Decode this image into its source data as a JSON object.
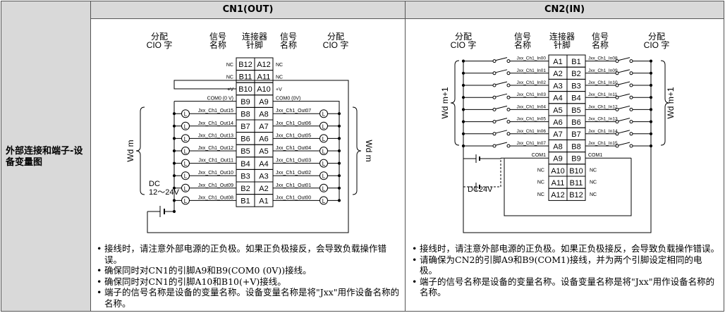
{
  "left_label": "外部连接和端子-设备变量图",
  "cn1": {
    "title": "CN1(OUT)",
    "hdr_alloc_l": [
      "分配",
      "CIO 字"
    ],
    "hdr_signal_l": [
      "信号",
      "名称"
    ],
    "hdr_connector": [
      "连接器",
      "针脚"
    ],
    "hdr_signal_r": [
      "信号",
      "名称"
    ],
    "hdr_alloc_r": [
      "分配",
      "CIO 字"
    ],
    "rows": [
      {
        "l": "NC",
        "b": "B12",
        "a": "A12",
        "r": "NC"
      },
      {
        "l": "NC",
        "b": "B11",
        "a": "A11",
        "r": "NC"
      },
      {
        "l": "+V",
        "b": "B10",
        "a": "A10",
        "r": "+V"
      },
      {
        "l": "COM0 (0 V)",
        "b": "B9",
        "a": "A9",
        "r": "COM0 (0V)"
      },
      {
        "l": "Jxx_Ch1_Out15",
        "b": "B8",
        "a": "A8",
        "r": "Jxx_Ch1_Out07"
      },
      {
        "l": "Jxx_Ch1_Out14",
        "b": "B7",
        "a": "A7",
        "r": "Jxx_Ch1_Out06"
      },
      {
        "l": "Jxx_Ch1_Out13",
        "b": "B6",
        "a": "A6",
        "r": "Jxx_Ch1_Out05"
      },
      {
        "l": "Jxx_Ch1_Out12",
        "b": "B5",
        "a": "A5",
        "r": "Jxx_Ch1_Out04"
      },
      {
        "l": "Jxx_Ch1_Out11",
        "b": "B4",
        "a": "A4",
        "r": "Jxx_Ch1_Out03"
      },
      {
        "l": "Jxx_Ch1_Out10",
        "b": "B3",
        "a": "A3",
        "r": "Jxx_Ch1_Out02"
      },
      {
        "l": "Jxx_Ch1_Out09",
        "b": "B2",
        "a": "A2",
        "r": "Jxx_Ch1_Out01"
      },
      {
        "l": "Jxx_Ch1_Out08",
        "b": "B1",
        "a": "A1",
        "r": "Jxx_Ch1_Out00"
      }
    ],
    "load_symbol": "L",
    "word_label": "Wd m",
    "dc_label": [
      "DC",
      "12～24V"
    ],
    "notes": [
      "接线时，请注意外部电源的正负极。如果正负极接反，会导致负载操作错误。",
      "确保同时对CN1的引脚A9和B9(COM0 (0V))接线。",
      "确保同时对CN1的引脚A10和B10(+V)接线。",
      "端子的信号名称是设备的变量名称。设备变量名称是将\"Jxx\"用作设备名称的名称。"
    ]
  },
  "cn2": {
    "title": "CN2(IN)",
    "hdr_alloc_l": [
      "分配",
      "CIO 字"
    ],
    "hdr_signal_l": [
      "信号",
      "名称"
    ],
    "hdr_connector": [
      "连接器",
      "针脚"
    ],
    "hdr_signal_r": [
      "信号",
      "名称"
    ],
    "hdr_alloc_r": [
      "分配",
      "CIO 字"
    ],
    "rows": [
      {
        "l": "Jxx_Ch1_In00",
        "a": "A1",
        "b": "B1",
        "r": "Jxx_Ch1_In08"
      },
      {
        "l": "Jxx_Ch1_In01",
        "a": "A2",
        "b": "B2",
        "r": "Jxx_Ch1_In09"
      },
      {
        "l": "Jxx_Ch1_In02",
        "a": "A3",
        "b": "B3",
        "r": "Jxx_Ch1_In10"
      },
      {
        "l": "Jxx_Ch1_In03",
        "a": "A4",
        "b": "B4",
        "r": "Jxx_Ch1_In11"
      },
      {
        "l": "Jxx_Ch1_In04",
        "a": "A5",
        "b": "B5",
        "r": "Jxx_Ch1_In12"
      },
      {
        "l": "Jxx_Ch1_In05",
        "a": "A6",
        "b": "B6",
        "r": "Jxx_Ch1_In13"
      },
      {
        "l": "Jxx_Ch1_In06",
        "a": "A7",
        "b": "B7",
        "r": "Jxx_Ch1_In14"
      },
      {
        "l": "Jxx_Ch1_In07",
        "a": "A8",
        "b": "B8",
        "r": "Jxx_Ch1_In15"
      },
      {
        "l": "COM1",
        "a": "A9",
        "b": "B9",
        "r": "COM1"
      },
      {
        "l": "NC",
        "a": "A10",
        "b": "B10",
        "r": "NC"
      },
      {
        "l": "NC",
        "a": "A11",
        "b": "B11",
        "r": "NC"
      },
      {
        "l": "NC",
        "a": "A12",
        "b": "B12",
        "r": "NC"
      }
    ],
    "word_label": "Wd m+1",
    "dc_label": "DC24V",
    "notes": [
      "接线时，请注意外部电源的正负极。如果正负极接反，会导致负载操作错误。",
      "请确保为CN2的引脚A9和B9(COM1)接线，并为两个引脚设定相同的电极。",
      "端子的信号名称是设备的变量名称。设备变量名称是将\"Jxx\"用作设备名称的名称。"
    ]
  }
}
